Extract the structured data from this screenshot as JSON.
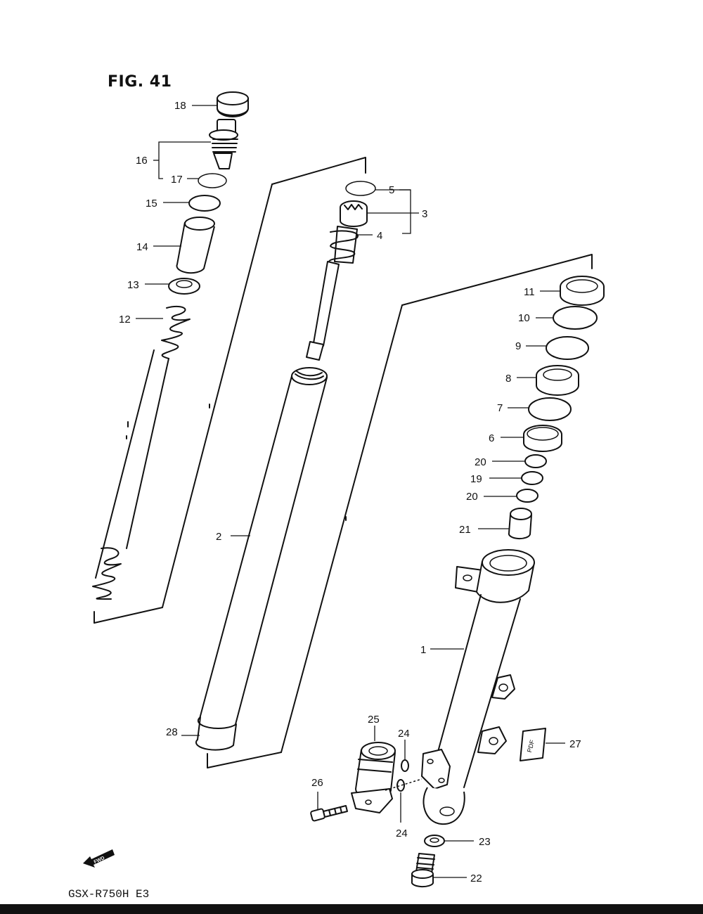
{
  "figure": {
    "title": "FIG. 41",
    "model": "GSX-R750H  E3"
  },
  "badges": {
    "fwd": "FWD",
    "pdf": "PDF"
  },
  "callouts": [
    {
      "id": "c1",
      "label": "1"
    },
    {
      "id": "c2",
      "label": "2"
    },
    {
      "id": "c3",
      "label": "3"
    },
    {
      "id": "c4",
      "label": "4"
    },
    {
      "id": "c5",
      "label": "5"
    },
    {
      "id": "c6",
      "label": "6"
    },
    {
      "id": "c7",
      "label": "7"
    },
    {
      "id": "c8",
      "label": "8"
    },
    {
      "id": "c9",
      "label": "9"
    },
    {
      "id": "c10",
      "label": "10"
    },
    {
      "id": "c11",
      "label": "11"
    },
    {
      "id": "c12",
      "label": "12"
    },
    {
      "id": "c13",
      "label": "13"
    },
    {
      "id": "c14",
      "label": "14"
    },
    {
      "id": "c15",
      "label": "15"
    },
    {
      "id": "c16",
      "label": "16"
    },
    {
      "id": "c17",
      "label": "17"
    },
    {
      "id": "c18",
      "label": "18"
    },
    {
      "id": "c19",
      "label": "19"
    },
    {
      "id": "c20a",
      "label": "20"
    },
    {
      "id": "c20b",
      "label": "20"
    },
    {
      "id": "c21",
      "label": "21"
    },
    {
      "id": "c22",
      "label": "22"
    },
    {
      "id": "c23",
      "label": "23"
    },
    {
      "id": "c24a",
      "label": "24"
    },
    {
      "id": "c24b",
      "label": "24"
    },
    {
      "id": "c25",
      "label": "25"
    },
    {
      "id": "c26",
      "label": "26"
    },
    {
      "id": "c27",
      "label": "27"
    },
    {
      "id": "c28",
      "label": "28"
    }
  ]
}
